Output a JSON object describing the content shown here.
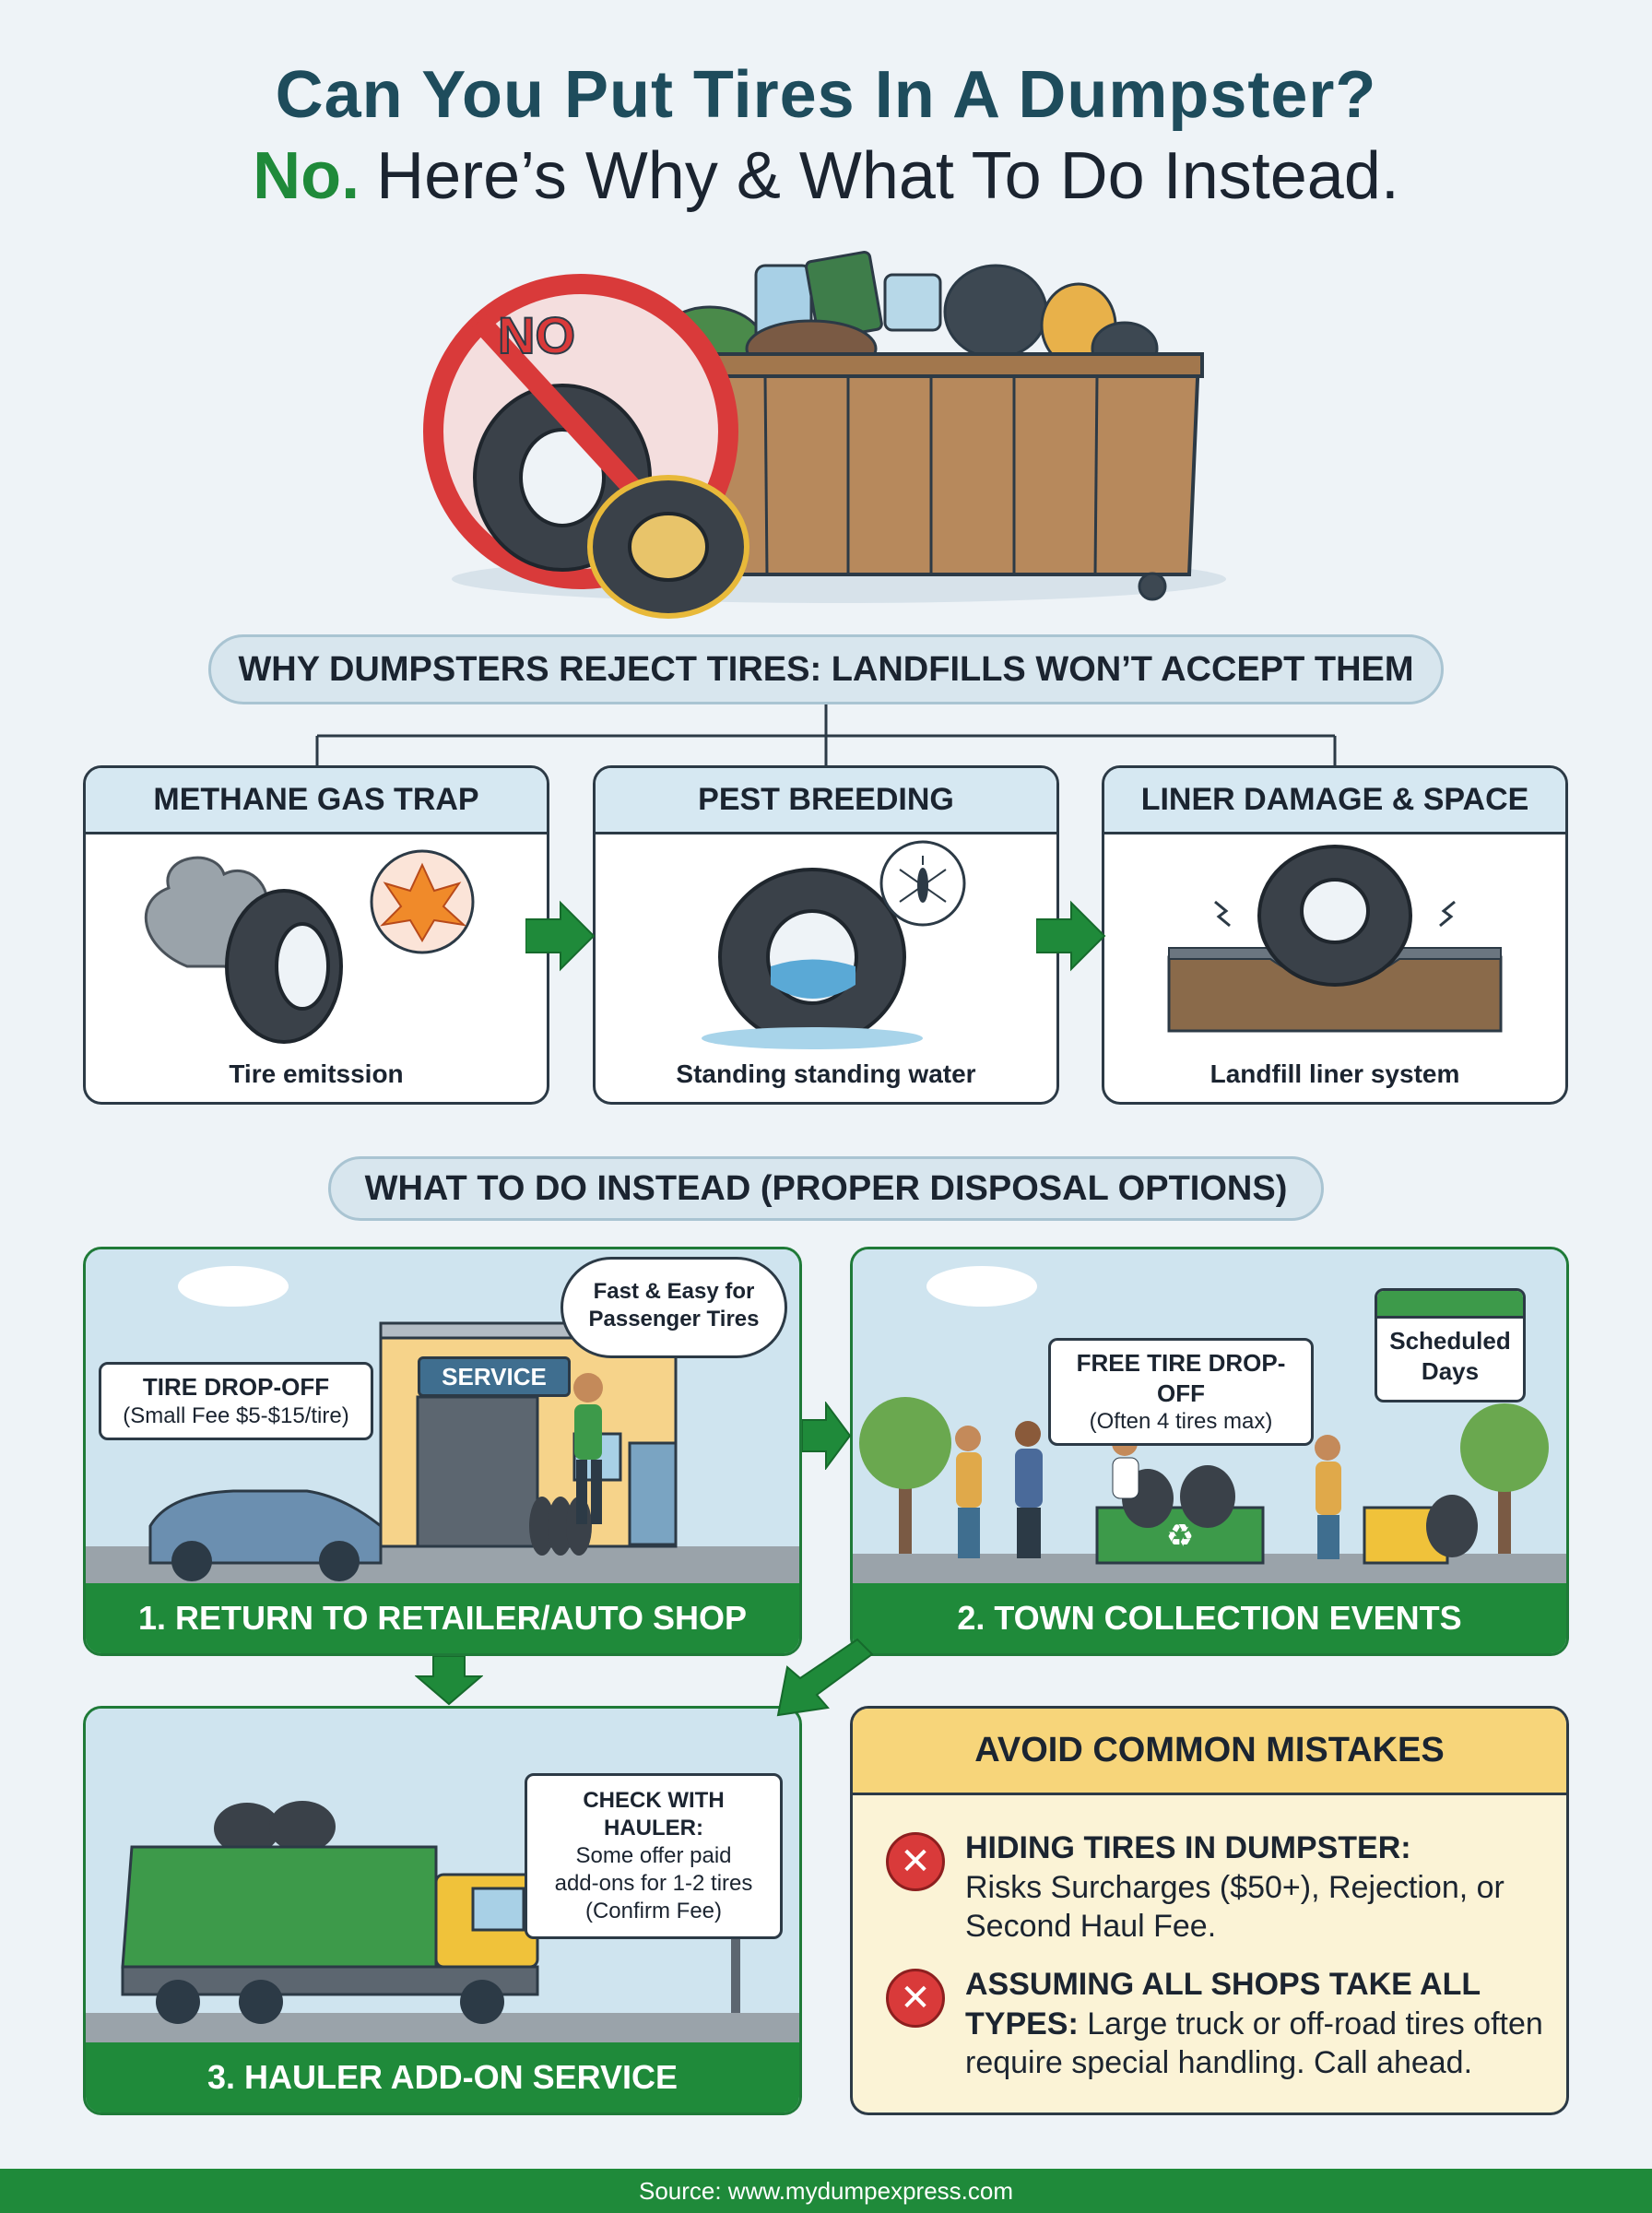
{
  "header": {
    "title_line1": "Can You Put Tires In A Dumpster?",
    "title_no": "No.",
    "title_line2_rest": "Here’s Why & What To Do Instead."
  },
  "hero": {
    "no_label": "NO"
  },
  "why": {
    "heading": "WHY DUMPSTERS REJECT TIRES: LANDFILLS WON’T ACCEPT THEM",
    "cards": [
      {
        "title": "METHANE GAS TRAP",
        "caption": "Tire emitssion"
      },
      {
        "title": "PEST BREEDING",
        "caption": "Standing standing water"
      },
      {
        "title": "LINER DAMAGE & SPACE",
        "caption": "Landfill liner system"
      }
    ]
  },
  "instead": {
    "heading": "WHAT TO DO INSTEAD (PROPER DISPOSAL OPTIONS)",
    "option1": {
      "title": "1. RETURN TO RETAILER/AUTO SHOP",
      "sign_bold": "TIRE DROP-OFF",
      "sign_note": "(Small Fee $5-$15/tire)",
      "shop_sign": "SERVICE",
      "thought_line1": "Fast & Easy for",
      "thought_line2": "Passenger Tires"
    },
    "option2": {
      "title": "2. TOWN COLLECTION EVENTS",
      "sign_bold": "FREE TIRE DROP-OFF",
      "sign_note": "(Often 4 tires max)",
      "calendar_line1": "Scheduled",
      "calendar_line2": "Days"
    },
    "option3": {
      "title": "3. HAULER ADD-ON SERVICE",
      "sign_bold": "CHECK WITH HAULER:",
      "sign_line1": "Some offer paid",
      "sign_line2": "add-ons for 1-2 tires",
      "sign_line3": "(Confirm Fee)"
    }
  },
  "mistakes": {
    "heading": "AVOID COMMON MISTAKES",
    "items": [
      {
        "bold": "HIDING TIRES IN DUMPSTER:",
        "text": "Risks Surcharges ($50+), Rejection, or Second Haul Fee."
      },
      {
        "bold": "ASSUMING ALL SHOPS TAKE ALL TYPES:",
        "text": "Large truck or off-road tires often require special handling. Call ahead."
      }
    ]
  },
  "footer": {
    "source": "Source: www.mydumpexpress.com"
  },
  "colors": {
    "title": "#1e4c5c",
    "green": "#1f8a3a",
    "red": "#d93a3a",
    "panel_blue": "#d6e8f2",
    "mistakes_bg": "#fbf3d6",
    "mistakes_head": "#f7d57a"
  }
}
